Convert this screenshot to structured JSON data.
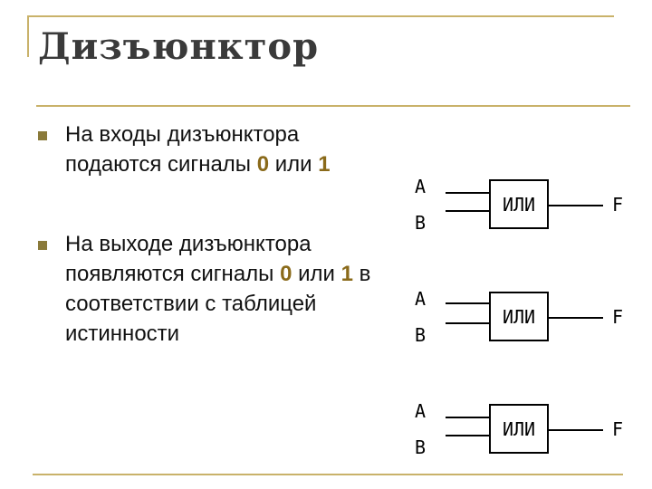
{
  "slide": {
    "title": "Дизъюнктор",
    "bullets": [
      {
        "parts": [
          "На входы дизъюнктора подаются сигналы ",
          "0",
          " или ",
          "1"
        ]
      },
      {
        "parts": [
          "На выходе дизъюнктора появляются сигналы ",
          "0",
          " или ",
          "1",
          " в соответствии с таблицей истинности"
        ]
      }
    ]
  },
  "diagram": {
    "gates": [
      {
        "label": "ИЛИ",
        "input_a": "A",
        "input_b": "B",
        "output": "F"
      },
      {
        "label": "ИЛИ",
        "input_a": "A",
        "input_b": "B",
        "output": "F"
      },
      {
        "label": "ИЛИ",
        "input_a": "A",
        "input_b": "B",
        "output": "F"
      }
    ]
  },
  "colors": {
    "accent_line": "#c9b26a",
    "highlight": "#8a6a1a",
    "bullet": "#8a7a3a"
  }
}
